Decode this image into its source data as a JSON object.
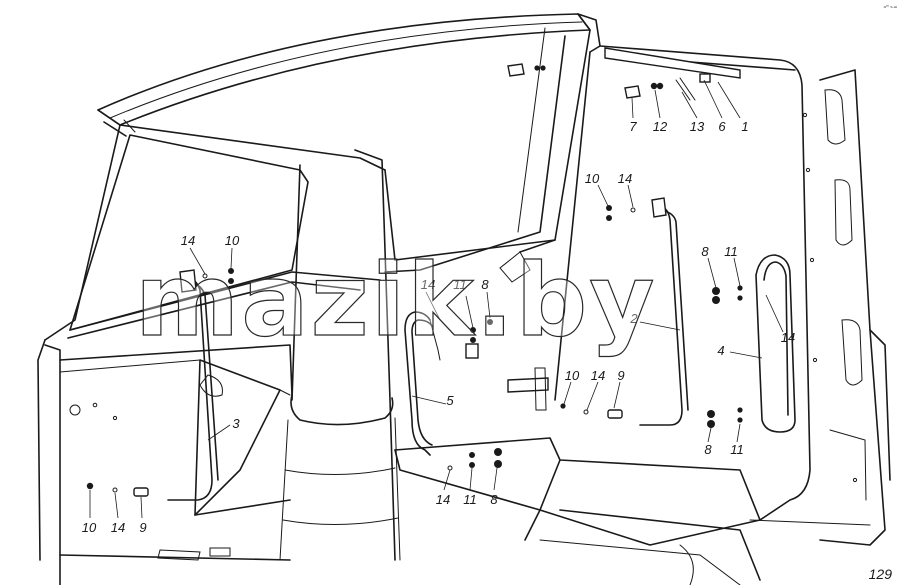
{
  "diagram": {
    "callouts": [
      {
        "id": "c1",
        "text": "1"
      },
      {
        "id": "c6",
        "text": "6"
      },
      {
        "id": "c13",
        "text": "13"
      },
      {
        "id": "c12",
        "text": "12"
      },
      {
        "id": "c7",
        "text": "7"
      },
      {
        "id": "c10a",
        "text": "10"
      },
      {
        "id": "c14a",
        "text": "14"
      },
      {
        "id": "c8a",
        "text": "8"
      },
      {
        "id": "c11a",
        "text": "11"
      },
      {
        "id": "c2",
        "text": "2"
      },
      {
        "id": "c4",
        "text": "4"
      },
      {
        "id": "c14b",
        "text": "14"
      },
      {
        "id": "c10b",
        "text": "10"
      },
      {
        "id": "c14c",
        "text": "14"
      },
      {
        "id": "c9a",
        "text": "9"
      },
      {
        "id": "c8b",
        "text": "8"
      },
      {
        "id": "c11b",
        "text": "11"
      },
      {
        "id": "c14d",
        "text": "14"
      },
      {
        "id": "c11c",
        "text": "11"
      },
      {
        "id": "c8c",
        "text": "8"
      },
      {
        "id": "c14e",
        "text": "14"
      },
      {
        "id": "c11d",
        "text": "11"
      },
      {
        "id": "c8d",
        "text": "8"
      },
      {
        "id": "c5",
        "text": "5"
      },
      {
        "id": "c14f",
        "text": "14"
      },
      {
        "id": "c10c",
        "text": "10"
      },
      {
        "id": "c3",
        "text": "3"
      },
      {
        "id": "c10d",
        "text": "10"
      },
      {
        "id": "c14g",
        "text": "14"
      },
      {
        "id": "c9b",
        "text": "9"
      }
    ],
    "page_number": "129",
    "watermark": "mazik.by",
    "corner_note": "а⁰⁰ ъ.ш"
  },
  "colors": {
    "ink": "#1a1a1a",
    "background": "#ffffff"
  }
}
